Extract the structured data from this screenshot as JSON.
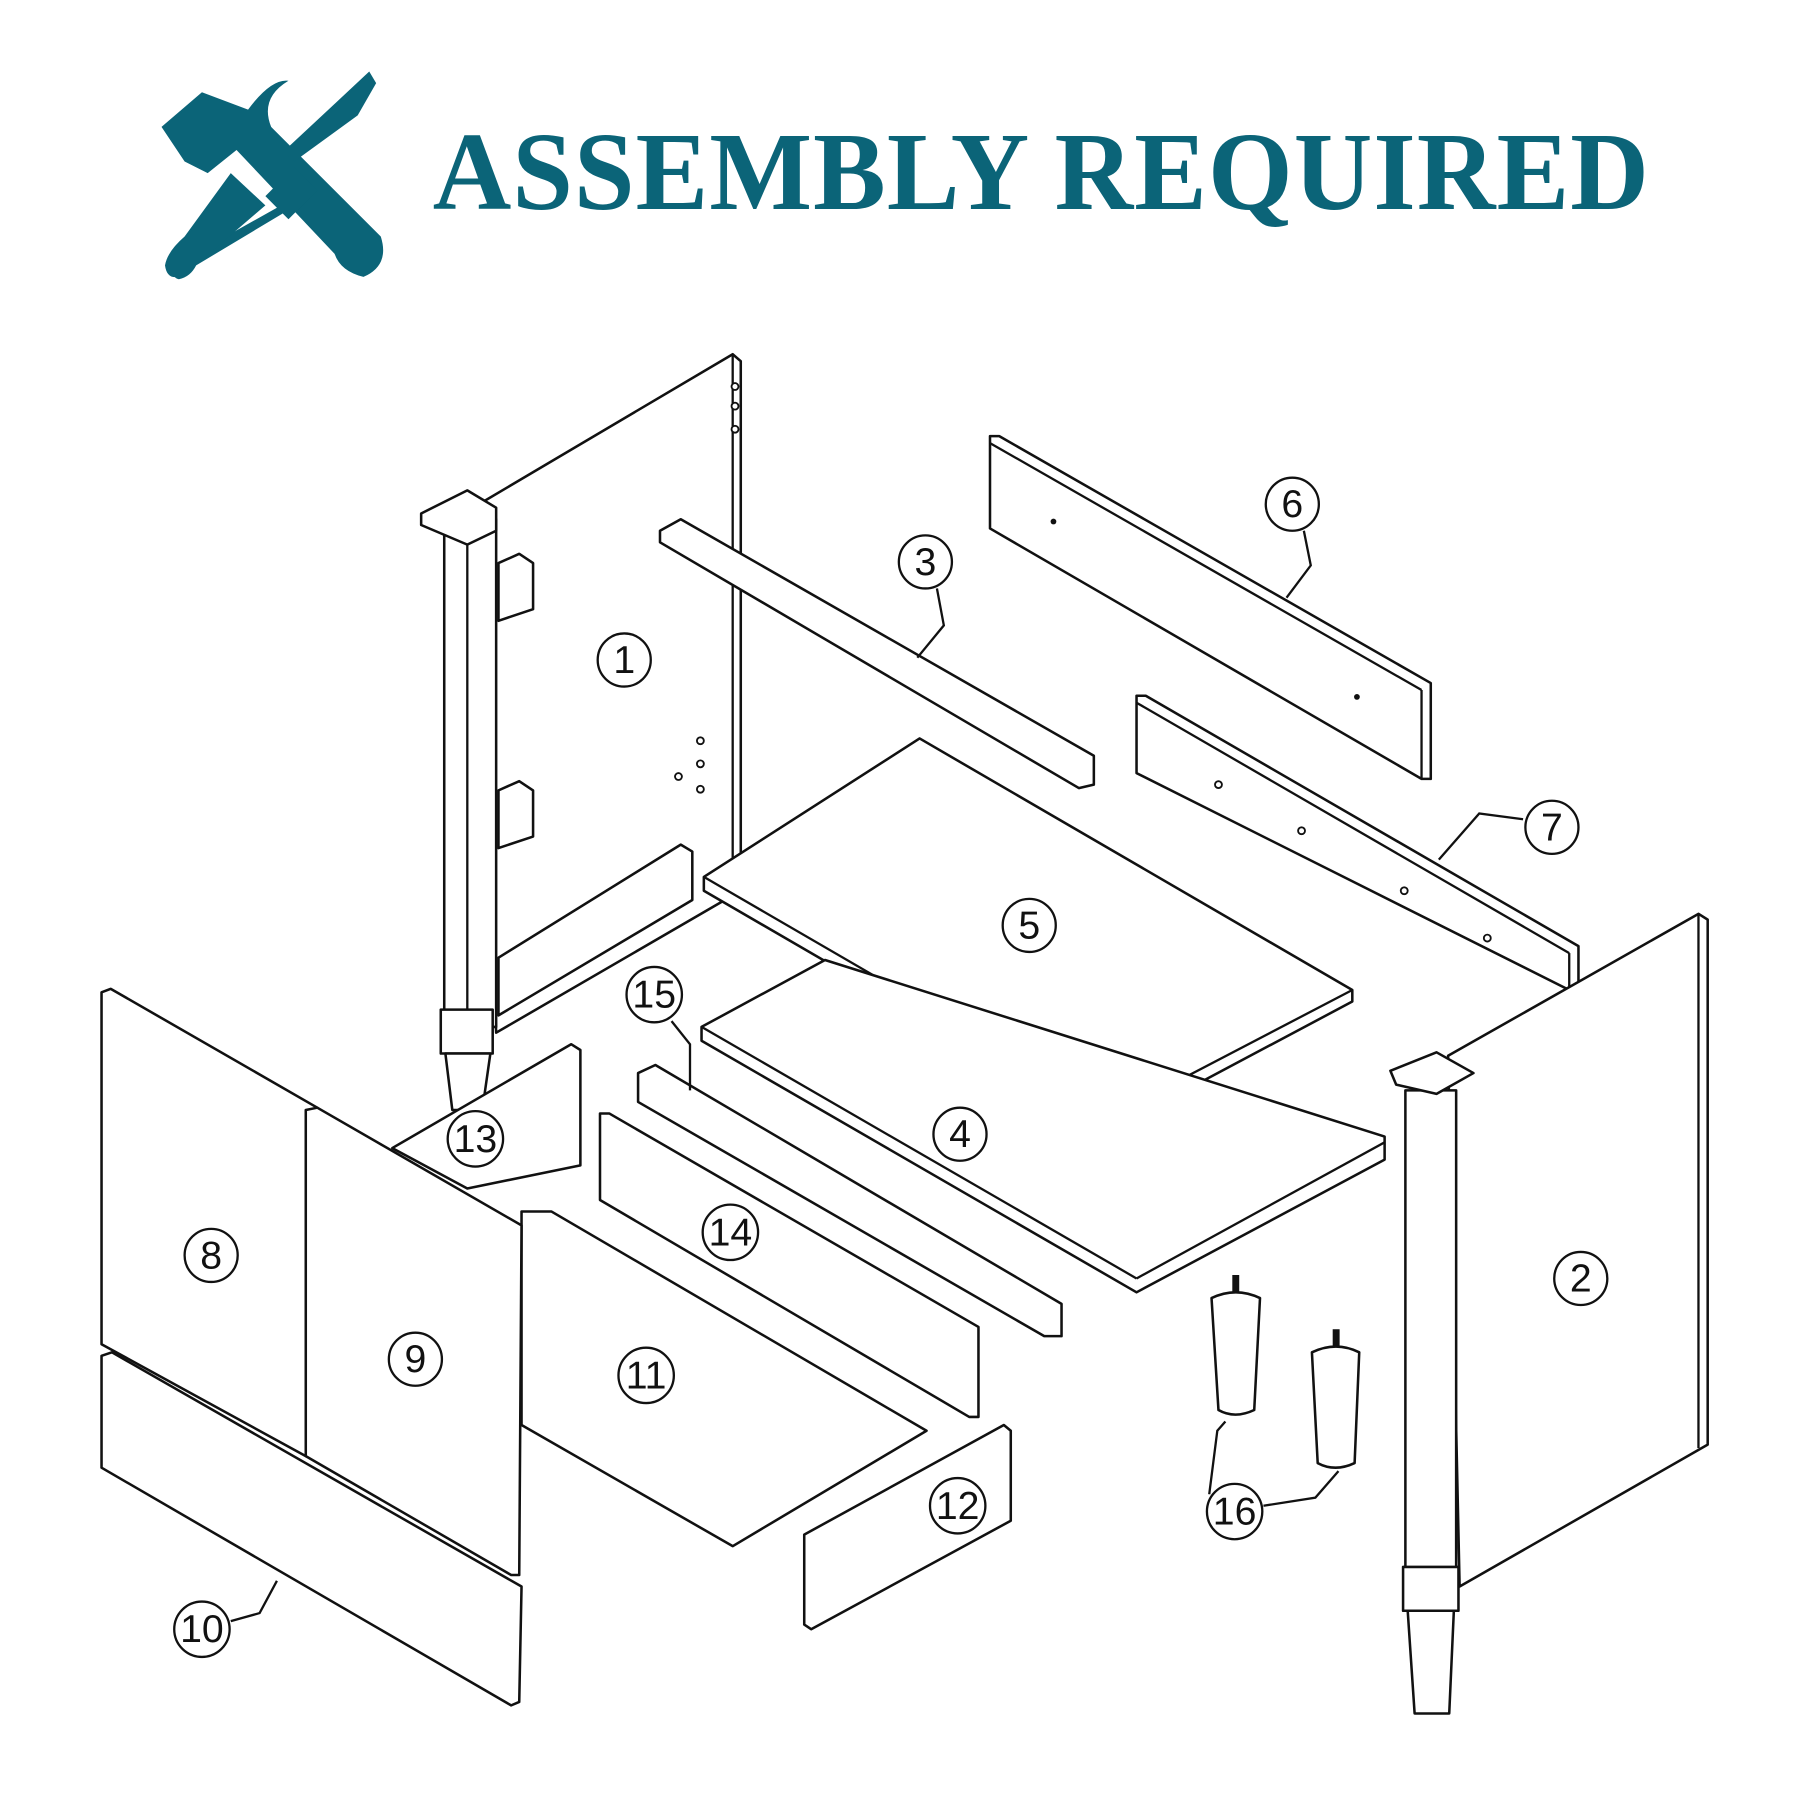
{
  "header": {
    "title": "ASSEMBLY REQUIRED",
    "icon": "hammer-screwdriver-icon",
    "accent_color": "#0b6478"
  },
  "parts": [
    {
      "number": "1"
    },
    {
      "number": "2"
    },
    {
      "number": "3"
    },
    {
      "number": "4"
    },
    {
      "number": "5"
    },
    {
      "number": "6"
    },
    {
      "number": "7"
    },
    {
      "number": "8"
    },
    {
      "number": "9"
    },
    {
      "number": "10"
    },
    {
      "number": "11"
    },
    {
      "number": "12"
    },
    {
      "number": "13"
    },
    {
      "number": "14"
    },
    {
      "number": "15"
    },
    {
      "number": "16"
    }
  ]
}
